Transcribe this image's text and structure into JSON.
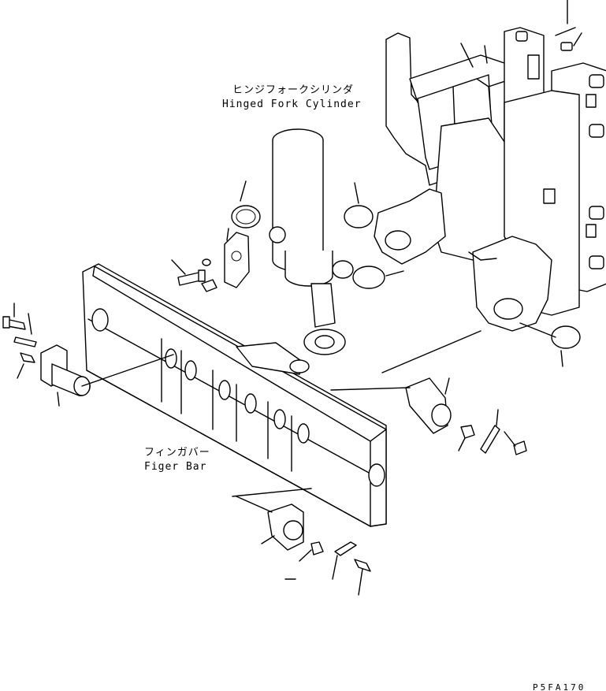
{
  "labels": {
    "cylinder_jp": "ヒンジフォークシリンダ",
    "cylinder_en": "Hinged Fork Cylinder",
    "fingerbar_jp": "フィンガバー",
    "fingerbar_en": "Figer Bar",
    "drawing_code": "P5FA170"
  },
  "colors": {
    "line": "#000000",
    "background": "#ffffff"
  }
}
